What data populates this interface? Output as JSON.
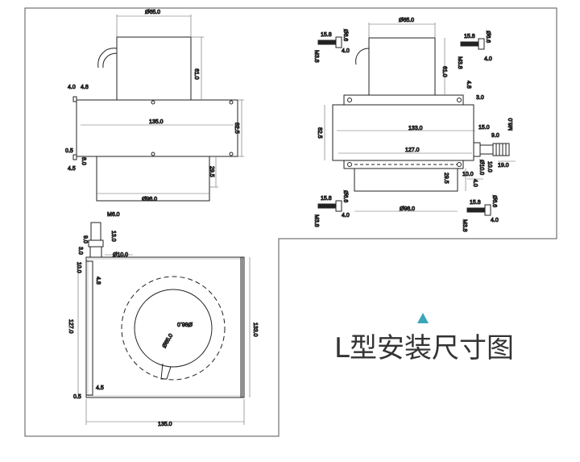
{
  "title": "L型安装尺寸图",
  "accent_color": "#3aa7b7",
  "marker_icon": "triangle-up-icon",
  "view_front": {
    "dia_top": "Ø65.0",
    "height_top": "61.0",
    "width_body": "135.0",
    "height_body": "82.5",
    "dia_bottom": "Ø98.0",
    "height_bottom": "29.5",
    "left_a": "4.0",
    "left_b": "4.8",
    "left_c": "0.5",
    "left_d": "4.5",
    "left_e": "8.0"
  },
  "view_right": {
    "dia_top": "Ø65.0",
    "height_top": "61.0",
    "width_body": "133.0",
    "width_inner": "127.0",
    "height_body": "82.5",
    "dia_bottom": "Ø98.0",
    "height_bottom": "29.5",
    "d_3": "3.0",
    "d_4_8": "4.8",
    "d_15": "15.0",
    "d_9": "9.0",
    "d_m6": "M6.0",
    "d_19": "19.0",
    "d_10": "10.0",
    "d_phi10": "Ø10.0",
    "d_4": "4.0",
    "d_10b": "10.0"
  },
  "screws": [
    {
      "len": "15.8",
      "thread": "M3.8",
      "dia": "Ø6.6",
      "head": "4.0"
    },
    {
      "len": "15.8",
      "thread": "M3.8",
      "dia": "Ø6.6",
      "head": "4.0"
    },
    {
      "len": "15.8",
      "thread": "M3.8",
      "dia": "Ø6.6",
      "head": "4.0"
    },
    {
      "len": "15.8",
      "thread": "M3.8",
      "dia": "Ø6.6",
      "head": "4.0"
    }
  ],
  "view_top": {
    "m6": "M6.0",
    "d_13": "13.0",
    "d_9": "9.0",
    "d_3": "3.0",
    "d_phi10": "Ø10.0",
    "d_10": "10.0",
    "d_4_8": "4.8",
    "d_127": "127.0",
    "d_133": "133.0",
    "d_phi98": "Ø98.0",
    "d_phi65": "Ø65.0",
    "d_4_5": "4.5",
    "d_0_5": "0.5",
    "d_135": "135.0"
  }
}
